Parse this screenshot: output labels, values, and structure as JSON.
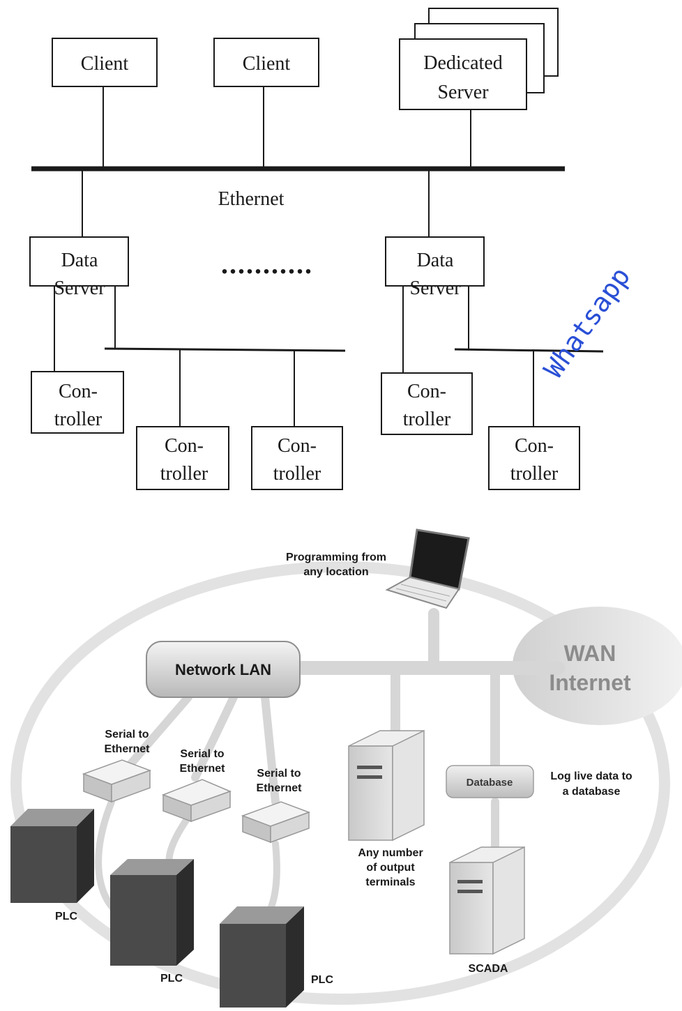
{
  "top_diagram": {
    "clients": [
      "Client",
      "Client"
    ],
    "dedicated_server": [
      "Dedicated",
      "Server"
    ],
    "bus_label": "Ethernet",
    "data_servers": [
      [
        "Data",
        "Server"
      ],
      [
        "Data",
        "Server"
      ]
    ],
    "ellipsis": "...........",
    "controllers": [
      [
        "Con-",
        "troller"
      ],
      [
        "Con-",
        "troller"
      ],
      [
        "Con-",
        "troller"
      ],
      [
        "Con-",
        "troller"
      ],
      [
        "Con-",
        "troller"
      ]
    ]
  },
  "watermark": "Whatsapp",
  "bottom_diagram": {
    "laptop_caption": [
      "Programming from",
      "any location"
    ],
    "network_lan": "Network LAN",
    "wan": [
      "WAN",
      "Internet"
    ],
    "serial_converters": [
      [
        "Serial to",
        "Ethernet"
      ],
      [
        "Serial to",
        "Ethernet"
      ],
      [
        "Serial to",
        "Ethernet"
      ]
    ],
    "plcs": [
      "PLC",
      "PLC",
      "PLC"
    ],
    "terminals_caption": [
      "Any number",
      "of output",
      "terminals"
    ],
    "database": "Database",
    "database_caption": [
      "Log live data to",
      "a database"
    ],
    "scada": "SCADA"
  },
  "colors": {
    "line": "#1a1a1a",
    "ring": "#e2e2e2",
    "plc_face": "#4a4a4a",
    "plc_side": "#2c2c2c",
    "plc_top": "#9a9a9a",
    "wan_cloud": "#dcdcdc"
  }
}
